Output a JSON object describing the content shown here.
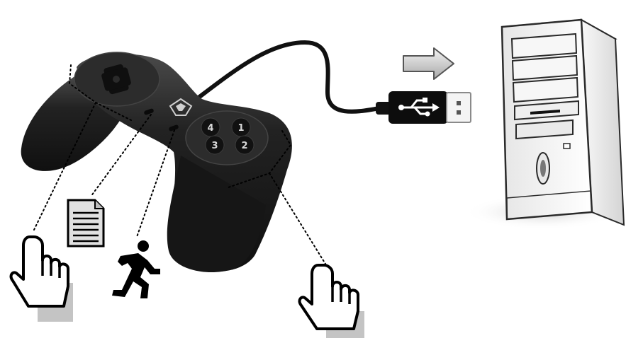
{
  "diagram": {
    "gamepad": {
      "face_buttons": [
        {
          "label": "4"
        },
        {
          "label": "1"
        },
        {
          "label": "3"
        },
        {
          "label": "2"
        }
      ],
      "logo_icon": "gembird-logo"
    },
    "usb_plug": {
      "icon": "usb-trident-icon"
    },
    "arrow": {
      "icon": "right-arrow-icon",
      "direction": "right"
    },
    "computer": {
      "icon": "pc-tower-icon"
    },
    "callouts": [
      {
        "icon": "pointing-hand-icon",
        "target": "left-shoulder-button"
      },
      {
        "icon": "document-icon",
        "target": "select-button"
      },
      {
        "icon": "running-man-icon",
        "target": "start-button"
      },
      {
        "icon": "pointing-hand-icon",
        "target": "right-shoulder-button"
      }
    ],
    "colors": {
      "gamepad_body": "#1e1e1e",
      "gamepad_highlight": "#3a3a3a",
      "cable": "#111111",
      "computer_case": "#f4f4f4",
      "computer_outline": "#2a2a2a",
      "arrow_fill": "#cfcfcf",
      "hand_shadow": "#bdbdbd",
      "callout_line": "#000000"
    }
  }
}
